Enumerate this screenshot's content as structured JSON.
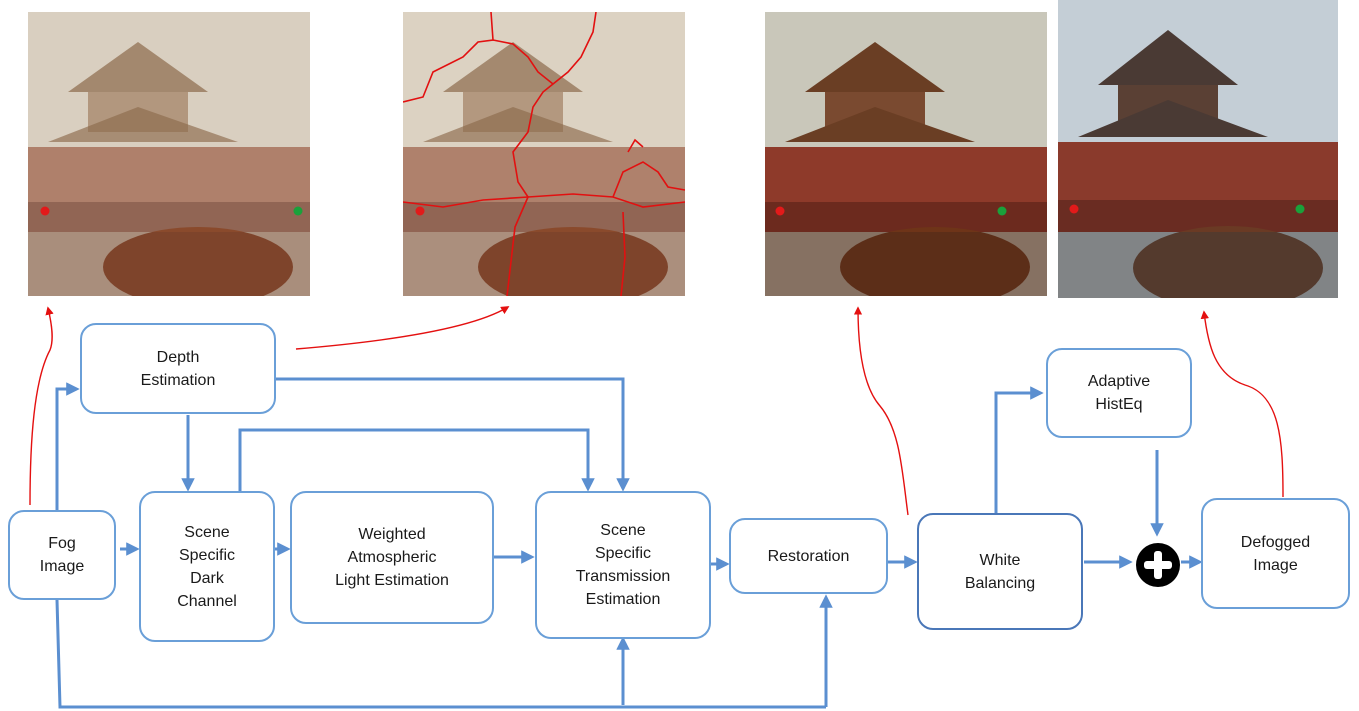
{
  "nodes": {
    "fog_image": "Fog\nImage",
    "depth_estimation": "Depth\nEstimation",
    "dark_channel": "Scene\nSpecific\nDark\nChannel",
    "atmospheric_light": "Weighted\nAtmospheric\nLight Estimation",
    "transmission": "Scene\nSpecific\nTransmission\nEstimation",
    "restoration": "Restoration",
    "white_balancing": "White\nBalancing",
    "adaptive_histeq": "Adaptive\nHistEq",
    "defogged_image": "Defogged\nImage"
  },
  "images": [
    {
      "id": "fog",
      "caption": ""
    },
    {
      "id": "depth-segmentation",
      "caption": ""
    },
    {
      "id": "restored",
      "caption": ""
    },
    {
      "id": "defogged",
      "caption": ""
    }
  ],
  "colors": {
    "flow_arrow": "#5b8fd0",
    "feedback_arrow": "#e41010",
    "node_border": "#6a9fd8",
    "combine_node": "#000000"
  },
  "icons": {
    "combine": "plus-circle-icon"
  }
}
